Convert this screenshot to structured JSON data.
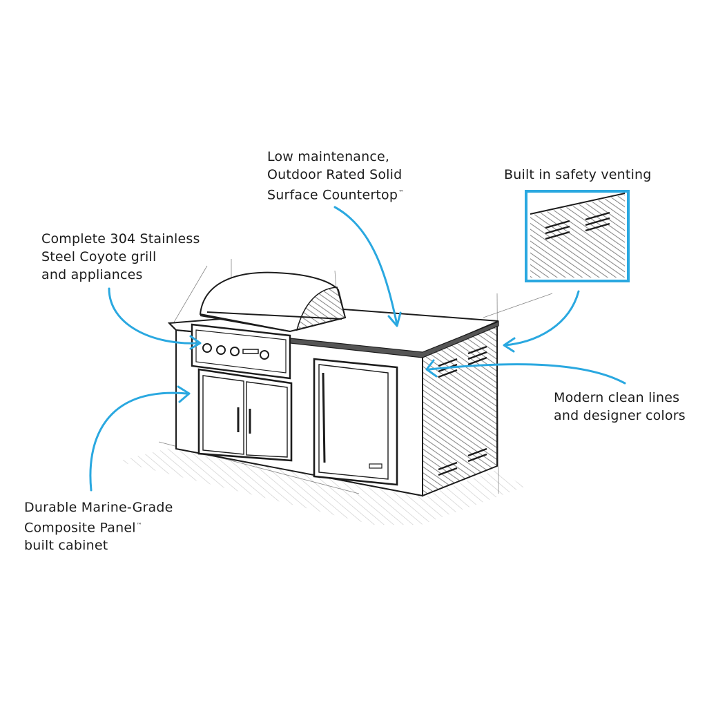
{
  "annotations": {
    "countertop": {
      "lines": [
        "Low maintenance,",
        "Outdoor Rated Solid",
        "Surface Countertop"
      ],
      "trademark": "™"
    },
    "venting": {
      "text": "Built in safety venting"
    },
    "grill": {
      "lines": [
        "Complete 304 Stainless",
        "Steel Coyote grill",
        "and appliances"
      ]
    },
    "modern": {
      "lines": [
        "Modern clean lines",
        "and designer colors"
      ]
    },
    "cabinet": {
      "lines": [
        "Durable Marine-Grade",
        "Composite Panel",
        "built cabinet"
      ],
      "trademark": "™"
    }
  },
  "colors": {
    "accent": "#2aa8e0",
    "ink": "#1c1c1c",
    "shade": "#9a9a9a"
  }
}
